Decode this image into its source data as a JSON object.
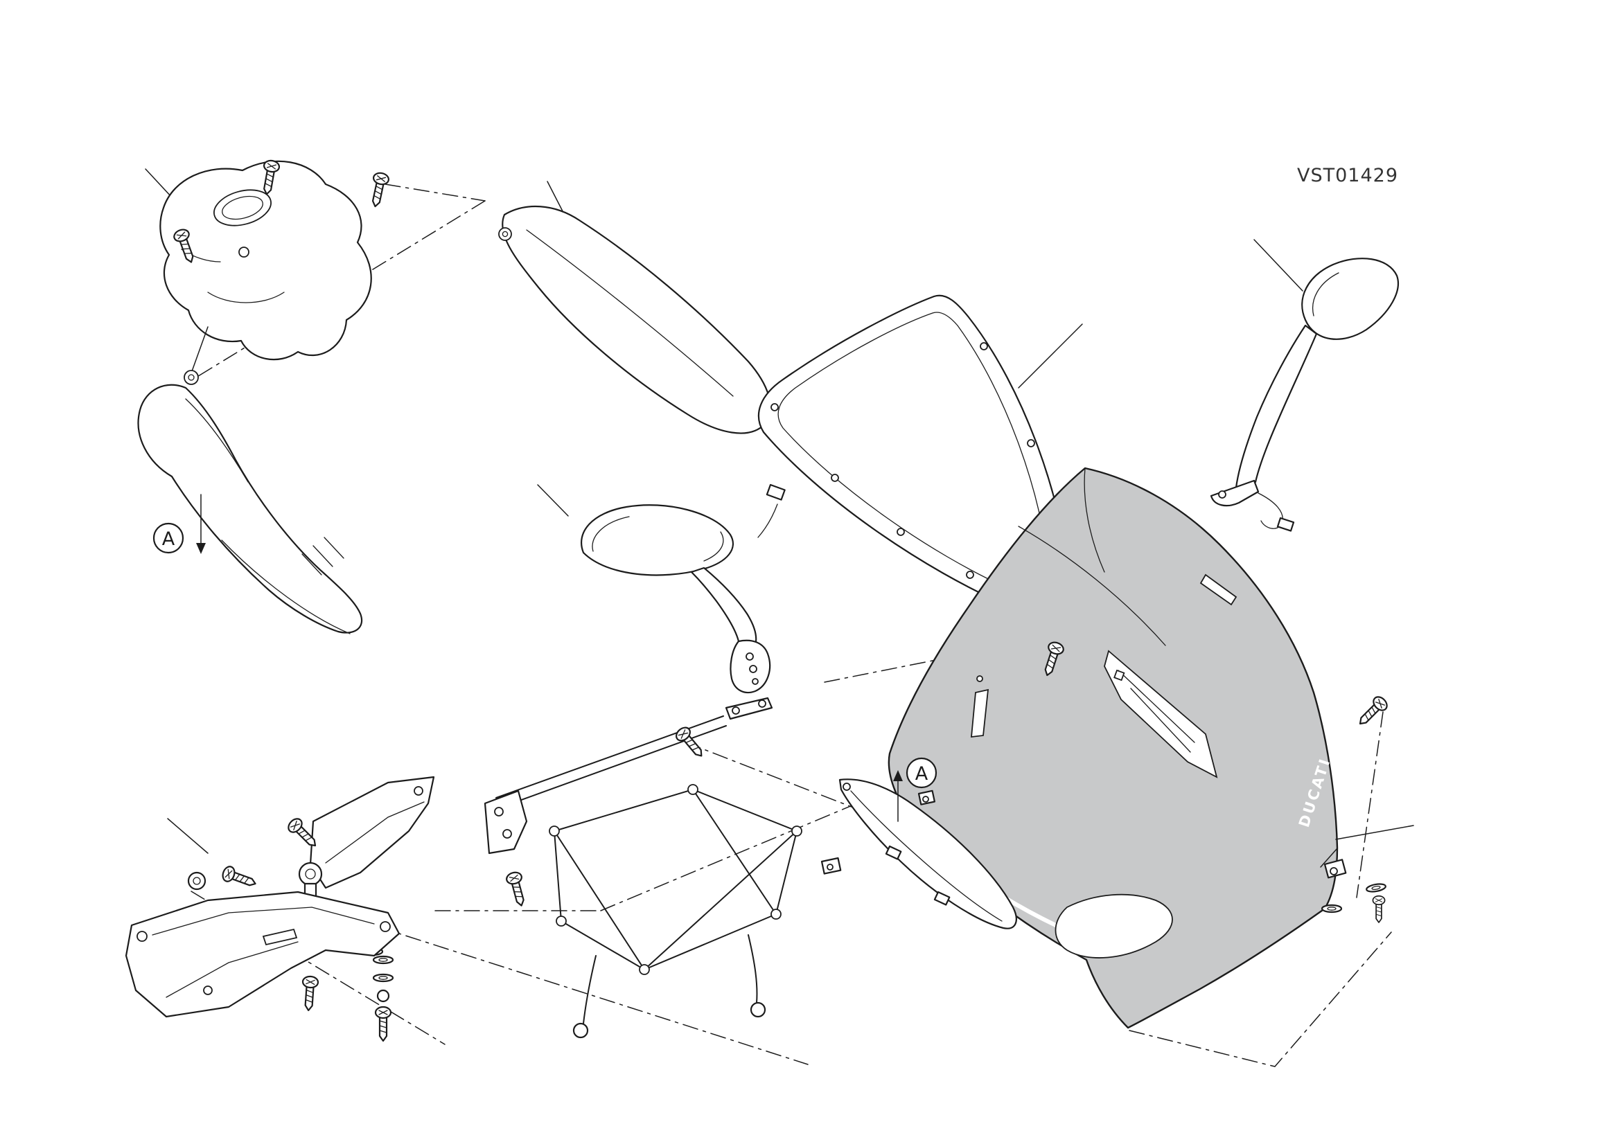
{
  "page": {
    "drawing_code": "VST01429",
    "background": "#ffffff"
  },
  "labels": {
    "callout_a_left": "A",
    "callout_a_center": "A",
    "fairing_brand": "DUCATI"
  },
  "colors": {
    "line": "#1c1c1c",
    "fairing_fill": "#c8c9ca"
  },
  "parts": [
    "key-cover",
    "air-duct",
    "side-panel",
    "windshield",
    "left-mirror",
    "right-mirror",
    "front-fairing",
    "winglet",
    "headlight-bracket",
    "lower-bracket-assembly",
    "fastener-hardware"
  ]
}
